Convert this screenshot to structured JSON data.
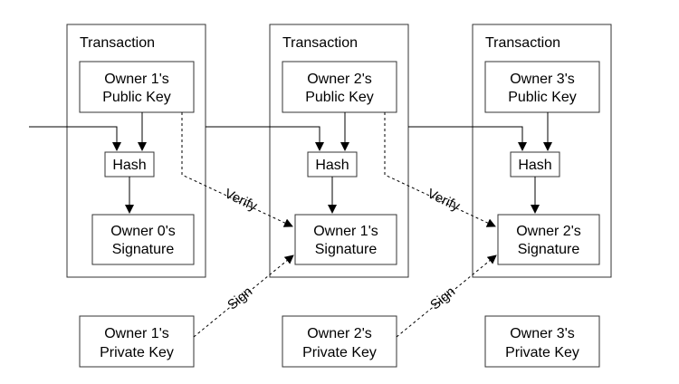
{
  "transactions": [
    {
      "title": "Transaction",
      "public_key": [
        "Owner 1's",
        "Public Key"
      ],
      "hash": "Hash",
      "signature": [
        "Owner 0's",
        "Signature"
      ]
    },
    {
      "title": "Transaction",
      "public_key": [
        "Owner 2's",
        "Public Key"
      ],
      "hash": "Hash",
      "signature": [
        "Owner 1's",
        "Signature"
      ]
    },
    {
      "title": "Transaction",
      "public_key": [
        "Owner 3's",
        "Public Key"
      ],
      "hash": "Hash",
      "signature": [
        "Owner 2's",
        "Signature"
      ]
    }
  ],
  "private_keys": [
    [
      "Owner 1's",
      "Private Key"
    ],
    [
      "Owner 2's",
      "Private Key"
    ],
    [
      "Owner 3's",
      "Private Key"
    ]
  ],
  "edge_labels": {
    "verify": "Verify",
    "sign": "Sign"
  },
  "colors": {
    "stroke": "#333333",
    "text": "#000000",
    "background": "#ffffff"
  }
}
